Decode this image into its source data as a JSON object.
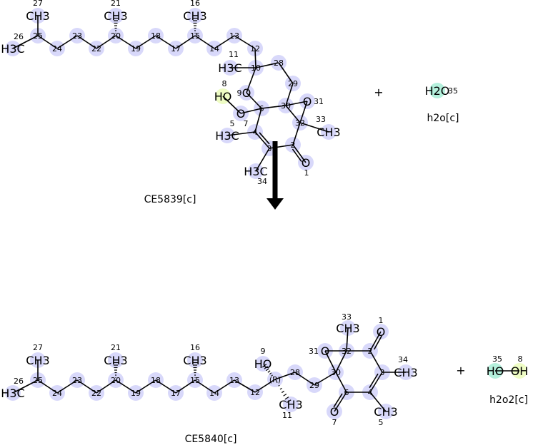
{
  "reaction": {
    "plus_symbol": "+",
    "colors": {
      "atom_highlight": "#d8d8fa",
      "water_oxygen": "#b4f0dc",
      "hydroxyl_oxygen": "#eefcc4",
      "oxygen_text": "#e8002a",
      "bond": "#000000"
    },
    "reactants": [
      {
        "id": "ce5839",
        "name": "CE5839[c]",
        "atoms": {
          "27": "CH3",
          "25": "",
          "26": "H3C",
          "24": "",
          "23": "",
          "22": "",
          "20": "",
          "21": "CH3",
          "19": "",
          "18": "",
          "17": "",
          "15": "",
          "16": "CH3",
          "14": "",
          "13": "",
          "12": "",
          "10": "",
          "11": "H3C",
          "28": "",
          "29": "",
          "30": "",
          "9": "O",
          "8": "HO",
          "7": "O",
          "6": "",
          "31": "O",
          "32": "",
          "33": "CH3",
          "4": "",
          "5": "H3C",
          "3": "",
          "34": "H3C",
          "2": "",
          "1": "O"
        }
      },
      {
        "id": "h2o",
        "name": "h2o[c]",
        "atoms": {
          "35": "H2O"
        }
      }
    ],
    "products": [
      {
        "id": "ce5840",
        "name": "CE5840[c]",
        "stereo_label": "(R)",
        "atoms": {
          "27": "CH3",
          "25": "",
          "26": "H3C",
          "24": "",
          "23": "",
          "22": "",
          "20": "",
          "21": "CH3",
          "19": "",
          "18": "",
          "17": "",
          "15": "",
          "16": "CH3",
          "14": "",
          "13": "",
          "12": "",
          "10": "",
          "9": "HO",
          "11": "CH3",
          "28": "",
          "29": "",
          "30": "",
          "31": "O",
          "32": "",
          "33": "CH3",
          "2": "",
          "1": "O",
          "3": "",
          "34": "CH3",
          "4": "",
          "5": "CH3",
          "6": "",
          "7": "O"
        }
      },
      {
        "id": "h2o2",
        "name": "h2o2[c]",
        "atoms": {
          "35": "HO",
          "8": "OH"
        }
      }
    ]
  }
}
